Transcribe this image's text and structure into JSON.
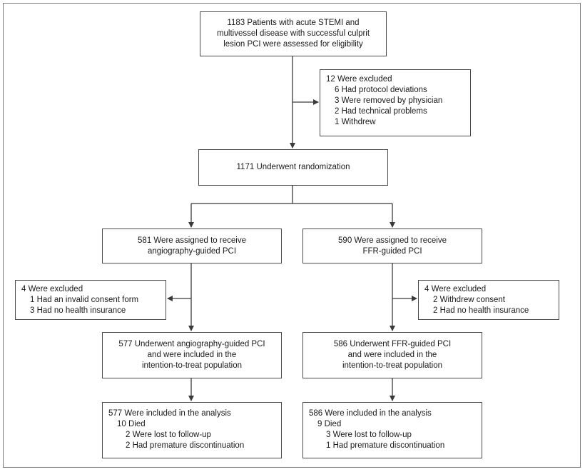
{
  "assessed": {
    "lines": [
      "1183 Patients with acute STEMI and",
      "multivessel disease with successful culprit",
      "lesion PCI were assessed for eligibility"
    ]
  },
  "excluded_top": {
    "title": "12 Were excluded",
    "items": [
      "6 Had protocol deviations",
      "3 Were removed by physician",
      "2 Had technical problems",
      "1 Withdrew"
    ]
  },
  "randomization": {
    "label": "1171 Underwent randomization"
  },
  "arm_angio": {
    "assigned": [
      "581 Were assigned to receive",
      "angiography-guided PCI"
    ],
    "excluded": {
      "title": "4 Were excluded",
      "items": [
        "1 Had an invalid consent form",
        "3 Had no health insurance"
      ]
    },
    "underwent": [
      "577 Underwent angiography-guided PCI",
      "and were included in the",
      "intention-to-treat population"
    ],
    "analysis": {
      "title": "577 Were included in the analysis",
      "died": "10 Died",
      "items": [
        "2 Were lost to follow-up",
        "2 Had premature discontinuation"
      ]
    }
  },
  "arm_ffr": {
    "assigned": [
      "590 Were assigned to receive",
      "FFR-guided PCI"
    ],
    "excluded": {
      "title": "4 Were excluded",
      "items": [
        "2 Withdrew consent",
        "2 Had no health insurance"
      ]
    },
    "underwent": [
      "586 Underwent FFR-guided PCI",
      "and were included in the",
      "intention-to-treat population"
    ],
    "analysis": {
      "title": "586 Were included in the analysis",
      "died": "9 Died",
      "items": [
        "3 Were lost to follow-up",
        "1 Had premature discontinuation"
      ]
    }
  }
}
